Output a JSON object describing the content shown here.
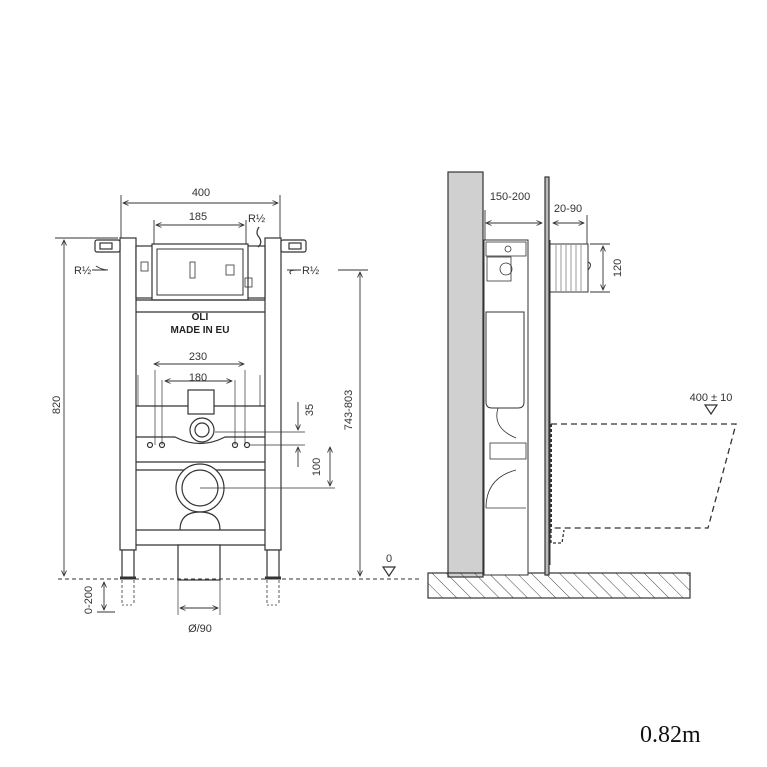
{
  "front_view": {
    "width_total": "400",
    "flush_plate_width": "185",
    "top_inlet": "R½",
    "left_inlet": "R½",
    "right_inlet": "R½",
    "brand": "OLI",
    "made_in": "MADE IN EU",
    "bolt_spacing_outer": "230",
    "bolt_spacing_inner": "180",
    "offset_35": "35",
    "offset_100": "100",
    "height_total": "820",
    "height_range": "743-803",
    "floor_level": "0",
    "leg_extension": "0-200",
    "drain_diameter": "Ø/90"
  },
  "side_view": {
    "depth_range": "150-200",
    "finish_range": "20-90",
    "plate_height": "120",
    "seat_height": "400 ± 10"
  },
  "colors": {
    "line": "#333333",
    "wall_fill": "#d0d0d0",
    "background": "#ffffff"
  },
  "scale_label": "0.82m"
}
